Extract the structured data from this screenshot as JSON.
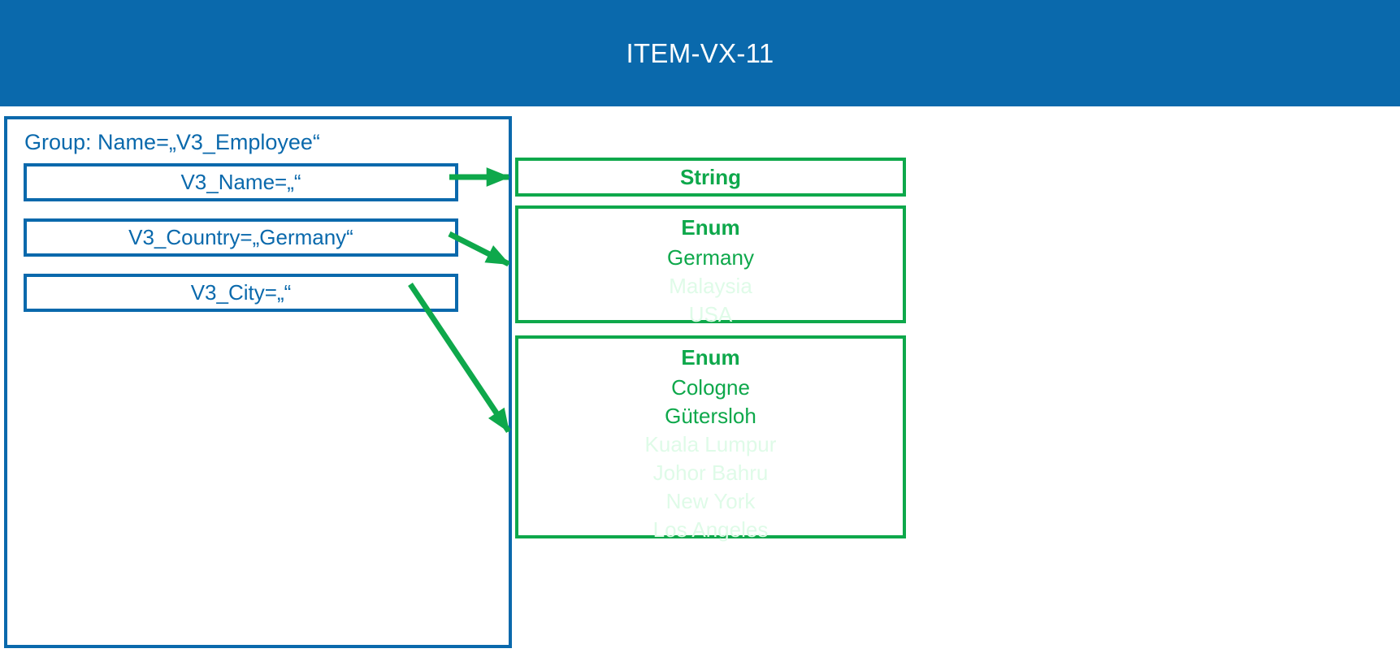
{
  "header": {
    "title": "ITEM-VX-11",
    "background_color": "#0A69AC",
    "text_color": "#FFFFFF"
  },
  "colors": {
    "blue": "#0A69AC",
    "green": "#0EA84B",
    "green_dim": "#DFFBE8",
    "white": "#FFFFFF"
  },
  "group": {
    "label": "Group: Name=„V3_Employee“",
    "fields": [
      {
        "label": "V3_Name=„“",
        "name": "V3_Name",
        "value": ""
      },
      {
        "label": "V3_Country=„Germany“",
        "name": "V3_Country",
        "value": "Germany"
      },
      {
        "label": "V3_City=„“",
        "name": "V3_City",
        "value": ""
      }
    ]
  },
  "types": [
    {
      "title": "String",
      "values": []
    },
    {
      "title": "Enum",
      "values": [
        {
          "text": "Germany",
          "dim": false
        },
        {
          "text": "Malaysia",
          "dim": true
        },
        {
          "text": "USA",
          "dim": true
        }
      ]
    },
    {
      "title": "Enum",
      "values": [
        {
          "text": "Cologne",
          "dim": false
        },
        {
          "text": "Gütersloh",
          "dim": false
        },
        {
          "text": "Kuala Lumpur",
          "dim": true
        },
        {
          "text": "Johor Bahru",
          "dim": true
        },
        {
          "text": "New York",
          "dim": true
        },
        {
          "text": "Los Angeles",
          "dim": true
        }
      ]
    }
  ],
  "arrows": [
    {
      "from": "V3_Name",
      "to": "String"
    },
    {
      "from": "V3_Country",
      "to": "Enum-Country"
    },
    {
      "from": "V3_City",
      "to": "Enum-City"
    }
  ]
}
